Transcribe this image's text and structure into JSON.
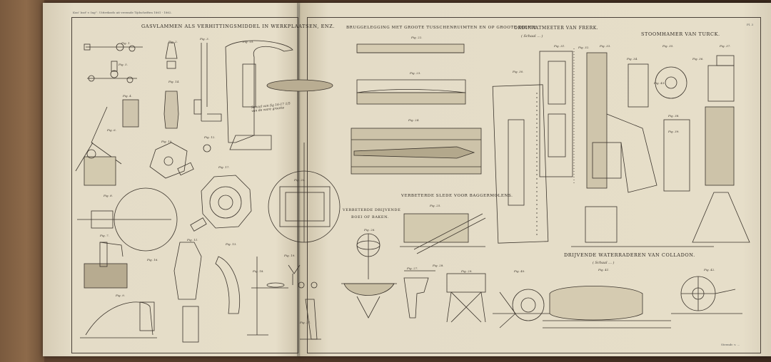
{
  "header_left": "Konʳ Instᵗ v. Ingʳˢ. Uittreksels uit vreemde Tijdschriften 1861 - 1862.",
  "page_number": "Pl. 3",
  "footer_right": "Steendr. v. ...",
  "panels": {
    "gas": {
      "title": "GASVLAMMEN ALS VERHITTINGSMIDDEL IN WERKPLAATSEN, ENZ."
    },
    "bridge": {
      "title": "BRUGGELEGGING MET GROOTE TUSSCHENRUIMTEN EN OP GROOTE DIEPTE."
    },
    "ordinate": {
      "title": "ORDINAATMEETER VAN FRERK.",
      "note": "( Schaal ... )"
    },
    "hammer": {
      "title": "STOOMHAMER VAN TURCK."
    },
    "dredge": {
      "title": "VERBETERDE SLEDE VOOR BAGGERMOLENS."
    },
    "buoys": {
      "title": "VERBETERDE DRIJVENDE",
      "title2": "BOEI OF BAKEN."
    },
    "waterwheels": {
      "title": "DRIJVENDE WATERRADEREN VAN COLLADON.",
      "note": "( Schaal ... )"
    }
  },
  "figs_left": [
    "Fig. 1.",
    "Fig. 2.",
    "Fig. 3.",
    "Fig. 4.",
    "Fig. 5.",
    "Fig. 6.",
    "Fig. 7.",
    "Fig. 8.",
    "Fig. 9.",
    "Fig. 10.",
    "Fig. 11.",
    "Fig. 12.",
    "Fig. 13.",
    "Fig. 14.",
    "Fig. 15.",
    "Fig. 16.",
    "Fig. 17.",
    "Fig. 18.",
    "Fig. 19.",
    "Fig. 20.",
    "Fig. 21."
  ],
  "figs_right": [
    "Fig. 22.",
    "Fig. 23.",
    "Fig. 24.",
    "Fig. 25.",
    "Fig. 26.",
    "Fig. 27.",
    "Fig. 28.",
    "Fig. 29.",
    "Fig. 30.",
    "Fig. 31.",
    "Fig. 32.",
    "Fig. 33.",
    "Fig. 34.",
    "Fig. 35.",
    "Fig. 36.",
    "Fig. 37.",
    "Fig. 38.",
    "Fig. 39.",
    "Fig. 40.",
    "Fig. 41.",
    "Fig. 42.",
    "Fig. 43."
  ],
  "handwritten_note": "Schaal van fig 16-17 1/5 van de ware grootte"
}
